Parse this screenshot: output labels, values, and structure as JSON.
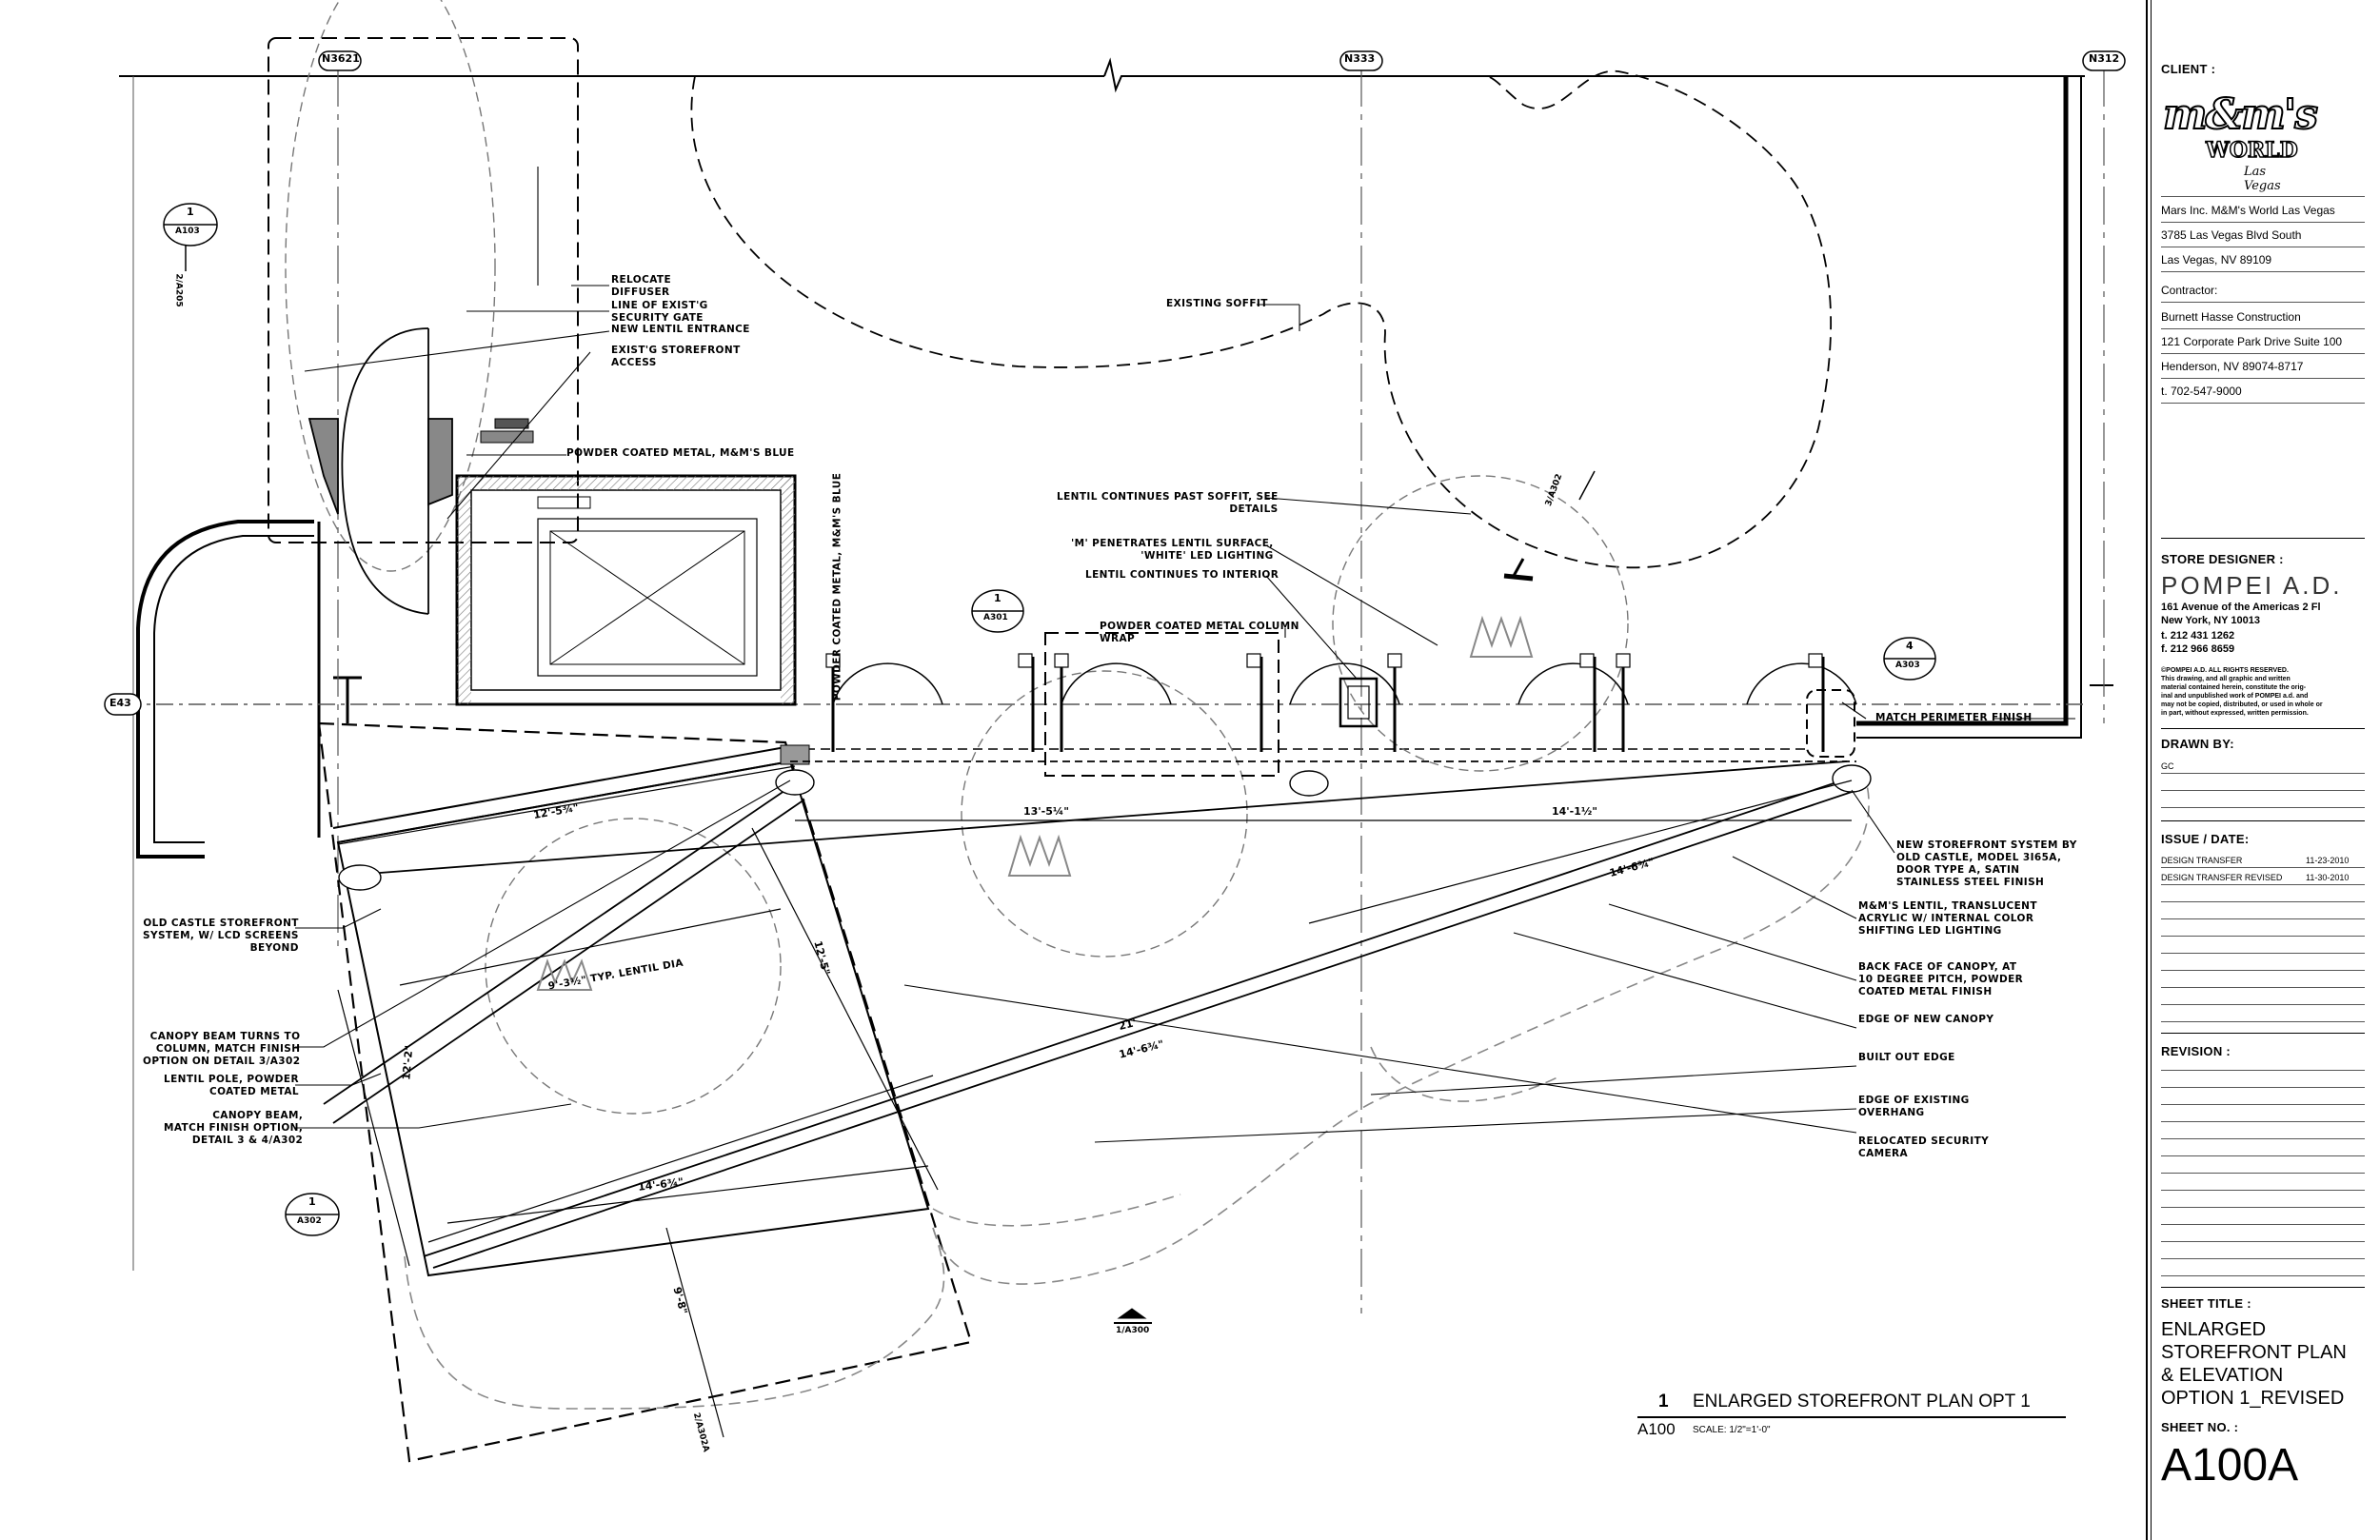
{
  "grid": {
    "n3621": "N3621",
    "n333": "N333",
    "n312": "N312",
    "e43": "E43"
  },
  "refs": {
    "r1_top": "1",
    "r1_top_sheet": "A103",
    "r1_col": "1",
    "r1_col_sheet": "A301",
    "r4": "4",
    "r4_sheet": "A303",
    "r1_bot": "1",
    "r1_bot_sheet": "A302",
    "sec_left": "2/A205",
    "sec_soffit": "3/A302",
    "sec_bottom": "2/A302A",
    "sec_center": "1/A300"
  },
  "notes": {
    "relocate_diffuser": "RELOCATE\nDIFFUSER",
    "line_security_gate": "LINE OF EXIST'G\nSECURITY GATE",
    "new_lentil_entrance": "NEW LENTIL ENTRANCE",
    "existg_storefront_access": "EXIST'G STOREFRONT\nACCESS",
    "powder_coated_metal_blue": "POWDER COATED METAL, M&M'S BLUE",
    "powder_coated_metal_blue_vertical": "POWDER COATED METAL, M&M'S BLUE",
    "existing_soffit": "EXISTING SOFFIT",
    "lentil_past_soffit": "LENTIL CONTINUES PAST SOFFIT, SEE\nDETAILS",
    "m_penetrates": "'M' PENETRATES LENTIL SURFACE,\n'WHITE' LED LIGHTING",
    "lentil_interior": "LENTIL CONTINUES TO INTERIOR",
    "powder_coated_column": "POWDER COATED METAL COLUMN\nWRAP",
    "match_perimeter": "MATCH PERIMETER FINISH",
    "new_storefront": "NEW STOREFRONT SYSTEM BY\nOLD CASTLE, MODEL 3I65A,\nDOOR TYPE A, SATIN\nSTAINLESS STEEL FINISH",
    "mms_lentil": "M&M'S LENTIL, TRANSLUCENT\nACRYLIC W/ INTERNAL COLOR\nSHIFTING LED LIGHTING",
    "back_face_canopy": "BACK FACE OF CANOPY, AT\n10 DEGREE PITCH, POWDER\nCOATED METAL FINISH",
    "edge_new_canopy": "EDGE OF NEW CANOPY",
    "built_out_edge": "BUILT OUT EDGE",
    "edge_existing_overhang": "EDGE OF EXISTING\nOVERHANG",
    "relocated_camera": "RELOCATED SECURITY\nCAMERA",
    "old_castle": "OLD CASTLE STOREFRONT\nSYSTEM, W/ LCD SCREENS\nBEYOND",
    "canopy_beam_turns": "CANOPY BEAM TURNS TO\nCOLUMN, MATCH FINISH\nOPTION ON DETAIL 3/A302",
    "lentil_pole": "LENTIL POLE, POWDER\nCOATED METAL",
    "canopy_beam": "CANOPY BEAM,\nMATCH FINISH OPTION,\nDETAIL 3 & 4/A302",
    "typ_lentil_dia": "9'-3½\" TYP. LENTIL DIA"
  },
  "dims": {
    "d1": "12'-5¾\"",
    "d2": "13'-5¼\"",
    "d3": "14'-1½\"",
    "d4": "14'-6¾\"",
    "d5": "21'",
    "d6": "14'-6¾\"",
    "d7": "12'-5\"",
    "d8": "12'-2\"",
    "d9": "14'-6¾\"",
    "d10": "9'-8\""
  },
  "plan_title": {
    "number": "1",
    "title": "ENLARGED STOREFRONT PLAN OPT 1",
    "sheet": "A100",
    "scale": "SCALE: 1/2\"=1'-0\""
  },
  "title_block": {
    "client_label": "CLIENT :",
    "logo_main": "m&m's",
    "logo_sub": "WORLD",
    "logo_city": "Las Vegas",
    "client_name": "Mars Inc. M&M's World Las Vegas",
    "client_addr1": "3785 Las Vegas Blvd South",
    "client_addr2": "Las Vegas, NV 89109",
    "contractor_label": "Contractor:",
    "contractor_name": "Burnett Hasse Construction",
    "contractor_addr1": "121 Corporate Park Drive Suite 100",
    "contractor_addr2": "Henderson, NV 89074-8717",
    "contractor_phone": "t. 702-547-9000",
    "designer_label": "STORE DESIGNER :",
    "designer_name": "POMPEI A.D.",
    "designer_addr1": "161 Avenue of the Americas 2 Fl",
    "designer_addr2": "New York, NY 10013",
    "designer_tel": "t. 212 431 1262",
    "designer_fax": "f. 212 966 8659",
    "copyright": "©POMPEI A.D. ALL RIGHTS RESERVED.\nThis drawing, and all graphic and written\nmaterial contained herein, constitute the orig-\ninal and unpublished work of POMPEI a.d. and\nmay not be copied, distributed, or used in whole or\nin part, without expressed, written permission.",
    "drawn_by_label": "DRAWN BY:",
    "drawn_by": "GC",
    "issue_label": "ISSUE / DATE:",
    "issues": [
      {
        "name": "DESIGN TRANSFER",
        "date": "11-23-2010"
      },
      {
        "name": "DESIGN TRANSFER REVISED",
        "date": "11-30-2010"
      }
    ],
    "revision_label": "REVISION :",
    "sheet_title_label": "SHEET TITLE :",
    "sheet_title_1": "ENLARGED",
    "sheet_title_2": "STOREFRONT PLAN",
    "sheet_title_3": "& ELEVATION",
    "sheet_title_4": "OPTION 1_REVISED",
    "sheet_no_label": "SHEET NO. :",
    "sheet_no": "A100A"
  }
}
